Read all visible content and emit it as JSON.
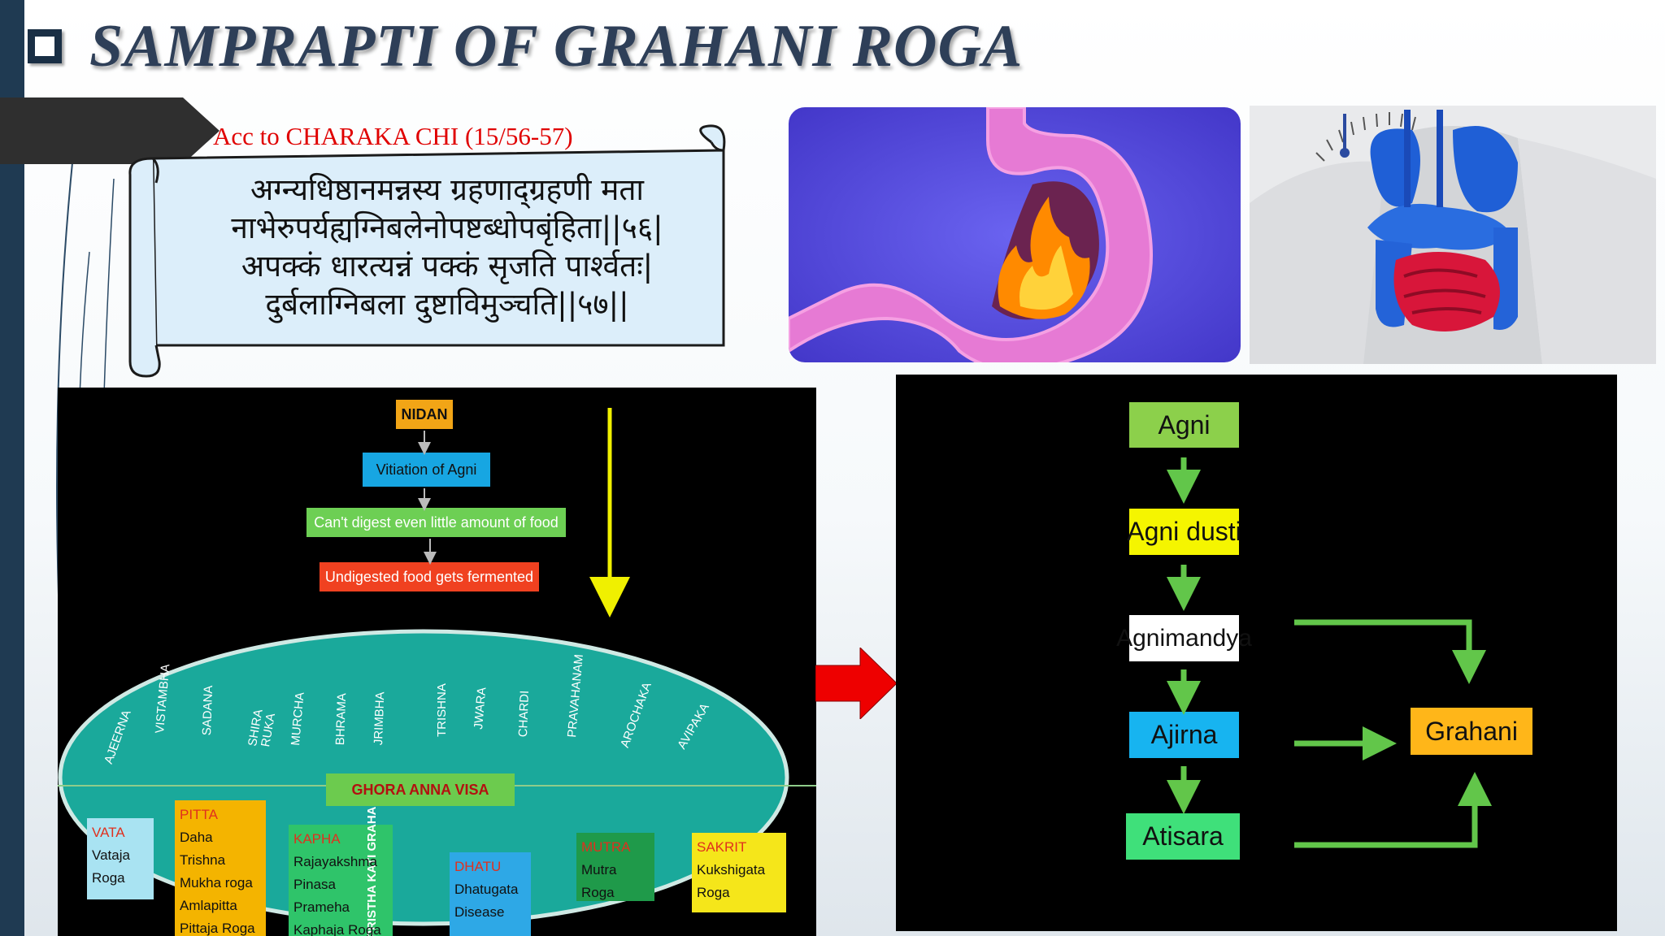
{
  "title": "SAMPRAPTI OF GRAHANI ROGA",
  "reference": "Acc to CHARAKA CHI (15/56-57)",
  "shloka": [
    "अग्न्यधिष्ठानमन्नस्य ग्रहणाद्ग्रहणी मता",
    "नाभेरुपर्यह्यग्निबलेनोपष्टब्धोपबृंहिता||५६|",
    "अपक्कं धारत्यन्नं पक्कं सृजति पार्श्वतः|",
    "दुर्बलाग्निबला दुष्टाविमुञ्चति||५७||"
  ],
  "left_diagram": {
    "steps": [
      "NIDAN",
      "Vitiation of Agni",
      "Can't digest even little amount of food",
      "Undigested food gets fermented"
    ],
    "vertical_label": "PRISTHA KATI GRAHA",
    "symptoms": [
      "AJEERNA",
      "VISTAMBHA",
      "SADANA",
      "SHIRA RUKA",
      "MURCHA",
      "BHRAMA",
      "JRIMBHA",
      "TRISHNA",
      "JWARA",
      "CHARDI",
      "PRAVAHANAM",
      "AROCHAKA",
      "AVIPAKA"
    ],
    "center_box": "GHORA ANNA VISA",
    "boxes": [
      {
        "head": "VATA",
        "lines": [
          "Vataja",
          "Roga"
        ],
        "bg": "#a9e3f2",
        "head_color": "#e0301e"
      },
      {
        "head": "PITTA",
        "lines": [
          "Daha",
          "Trishna",
          "Mukha roga",
          "Amlapitta",
          "Pittaja Roga"
        ],
        "bg": "#f4b400",
        "head_color": "#e0301e"
      },
      {
        "head": "KAPHA",
        "lines": [
          "Rajayakshma",
          "Pinasa",
          "Prameha",
          "Kaphaja Roga"
        ],
        "bg": "#2fc46a",
        "head_color": "#e0301e"
      },
      {
        "head": "DHATU",
        "lines": [
          "Dhatugata",
          "Disease"
        ],
        "bg": "#2ea8e6",
        "head_color": "#e0301e"
      },
      {
        "head": "MUTRA",
        "lines": [
          "Mutra",
          "Roga"
        ],
        "bg": "#1f9a4a",
        "head_color": "#e0301e"
      },
      {
        "head": "SAKRIT",
        "lines": [
          "Kukshigata",
          "Roga"
        ],
        "bg": "#f5e61a",
        "head_color": "#e0301e"
      }
    ]
  },
  "right_diagram": {
    "chain": [
      "Agni",
      "Agni dusti",
      "Agnimandya",
      "Ajirna",
      "Atisara"
    ],
    "target": "Grahani",
    "colors": [
      "#8cd04b",
      "#f5f500",
      "#ffffff",
      "#17b4f0",
      "#3fe07a"
    ],
    "target_color": "#ffb619"
  },
  "icons": {
    "title_bullet": "checkbox-bullet-icon",
    "connector": "red-right-arrow-icon"
  }
}
